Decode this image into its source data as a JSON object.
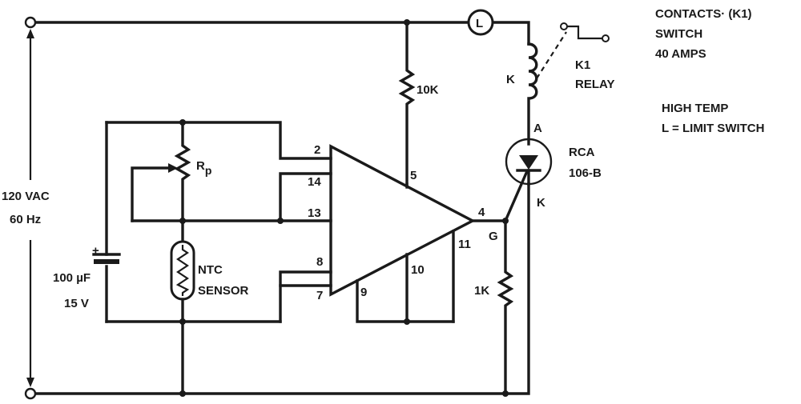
{
  "supply": {
    "voltage": "120 VAC",
    "frequency": "60 Hz"
  },
  "capacitor": {
    "polarity": "+",
    "value": "100 µF",
    "voltage": "15 V"
  },
  "pot": {
    "label": "R",
    "subscript": "p"
  },
  "sensor": {
    "line1": "NTC",
    "line2": "SENSOR"
  },
  "resistor_top": {
    "label": "10K"
  },
  "resistor_gate": {
    "label": "1K"
  },
  "lamp": {
    "label": "L"
  },
  "relay": {
    "coil_label": "K",
    "name_line1": "K1",
    "name_line2": "RELAY"
  },
  "scr": {
    "anode": "A",
    "cathode": "K",
    "gate": "G",
    "line1": "RCA",
    "line2": "106-B"
  },
  "ic_pins": {
    "p2": "2",
    "p14": "14",
    "p13": "13",
    "p8": "8",
    "p7": "7",
    "p9": "9",
    "p10": "10",
    "p11": "11",
    "p5": "5",
    "p4": "4"
  },
  "notes": {
    "line1": "CONTACTS· (K1)",
    "line2": "SWITCH",
    "line3": "40 AMPS",
    "line4": "HIGH TEMP",
    "line5": "L = LIMIT SWITCH"
  }
}
